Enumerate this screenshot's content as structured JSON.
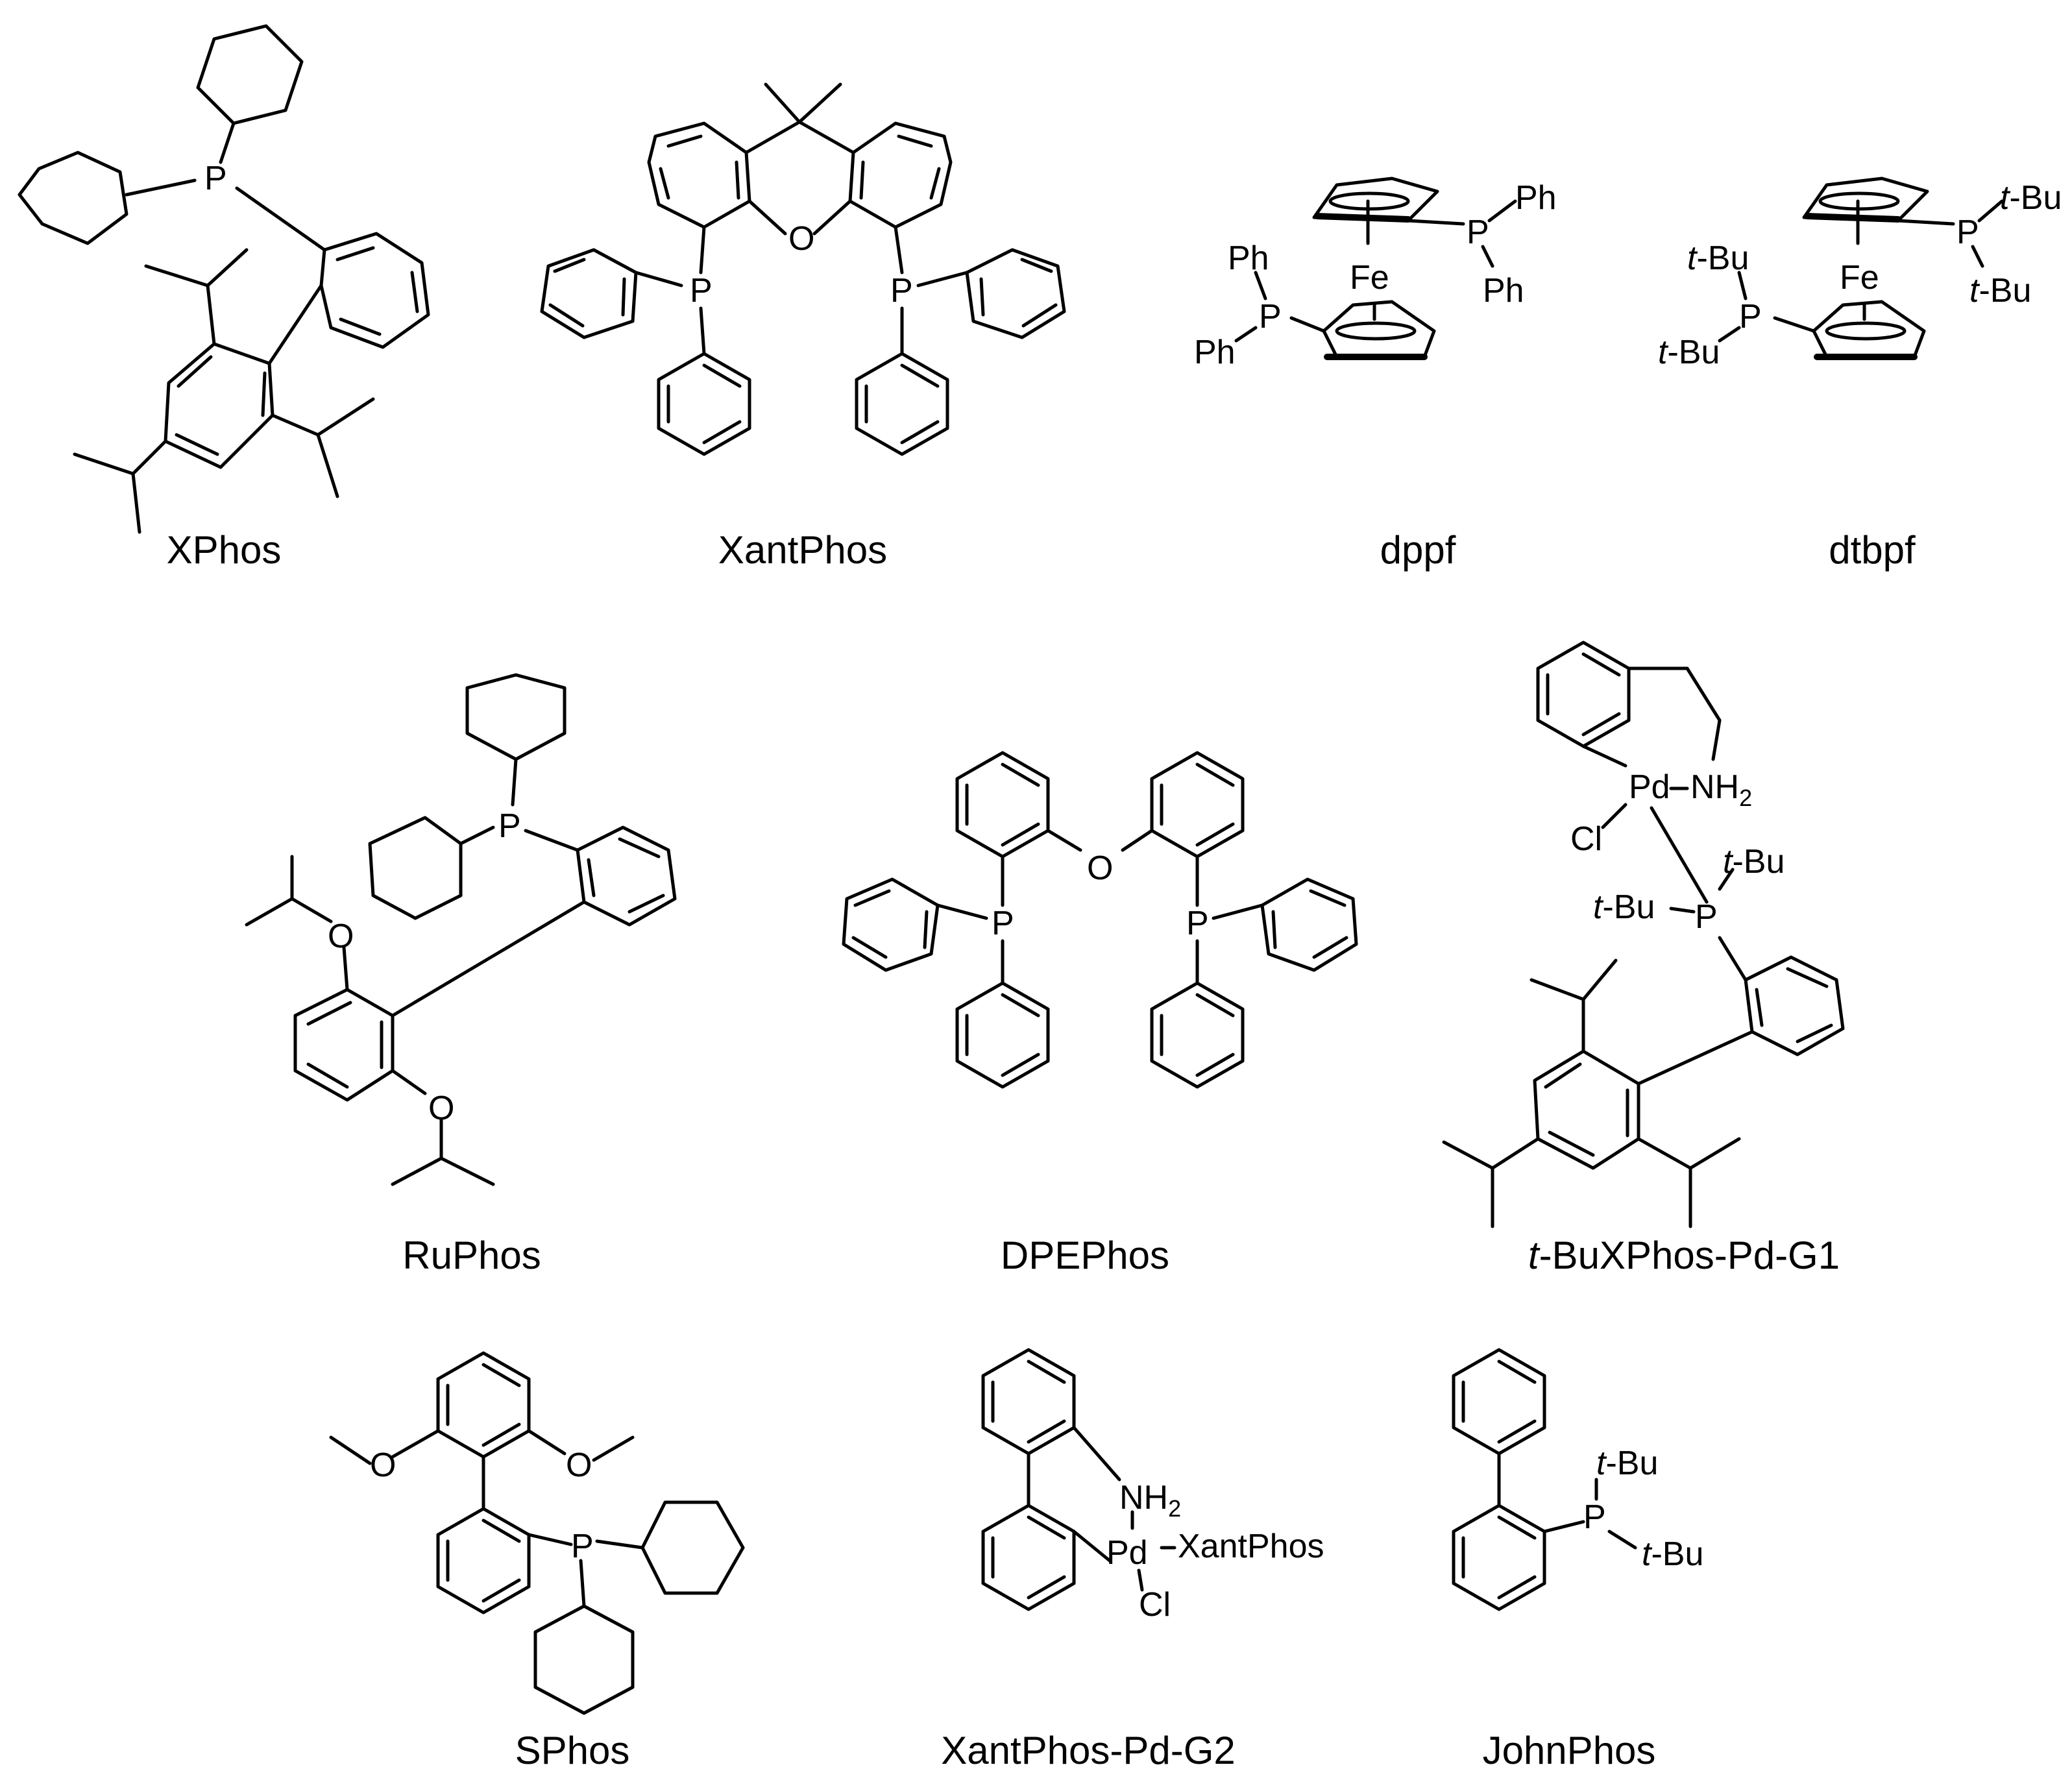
{
  "structures": [
    {
      "id": "xphos",
      "name": "XPhos"
    },
    {
      "id": "xantphos",
      "name": "XantPhos"
    },
    {
      "id": "dppf",
      "name": "dppf"
    },
    {
      "id": "dtbpf",
      "name": "dtbpf"
    },
    {
      "id": "ruphos",
      "name": "RuPhos"
    },
    {
      "id": "dpephos",
      "name": "DPEPhos"
    },
    {
      "id": "tbuxphos-pd-g1",
      "name_prefix": "t",
      "name_rest": "-BuXPhos-Pd-G1"
    },
    {
      "id": "sphos",
      "name": "SPhos"
    },
    {
      "id": "xantphos-pd-g2",
      "name": "XantPhos-Pd-G2"
    },
    {
      "id": "johnphos",
      "name": "JohnPhos"
    }
  ],
  "atoms": {
    "P": "P",
    "O": "O",
    "Fe": "Fe",
    "Pd": "Pd",
    "Cl": "Cl",
    "N": "NH",
    "two": "2",
    "Ph": "Ph",
    "t": "t",
    "Bu": "-Bu",
    "XantPhos": "XantPhos"
  }
}
